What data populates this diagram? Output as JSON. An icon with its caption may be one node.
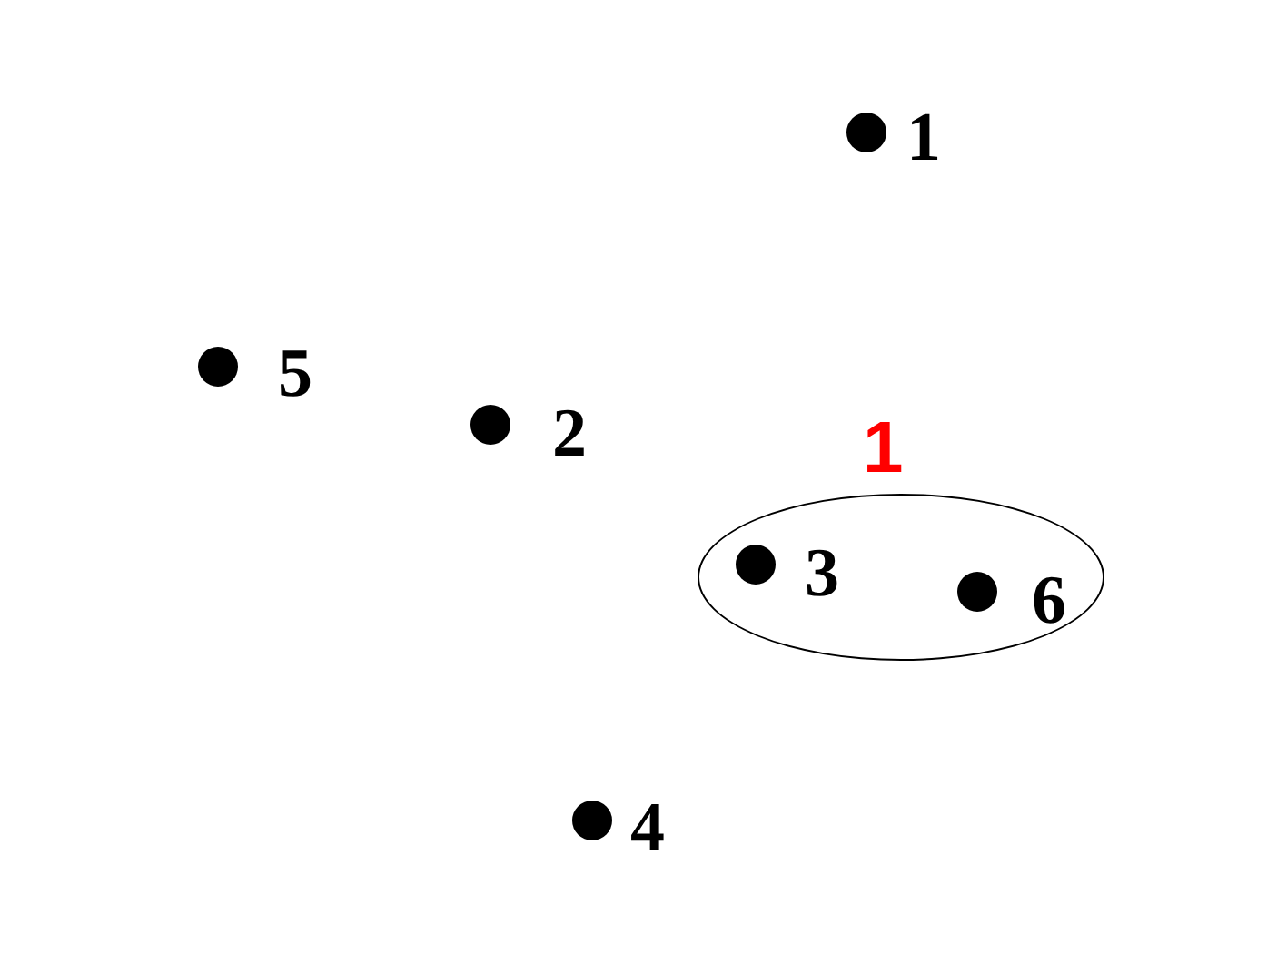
{
  "diagram": {
    "nodes": [
      {
        "text": [],
        "shape": "circle",
        "beside": [
          "1"
        ]
      },
      {
        "text": [],
        "shape": "circle",
        "beside": [
          "5"
        ]
      },
      {
        "text": [],
        "shape": "circle",
        "beside": [
          "2"
        ]
      },
      {
        "text": [
          "1"
        ]
      },
      {
        "text": [],
        "shape": "circle",
        "beside": [
          "3"
        ],
        "in": 3
      },
      {
        "text": [],
        "shape": "circle",
        "beside": [
          "6"
        ],
        "in": 3
      },
      {
        "text": [],
        "shape": "circle",
        "beside": [
          "4"
        ]
      }
    ]
  }
}
